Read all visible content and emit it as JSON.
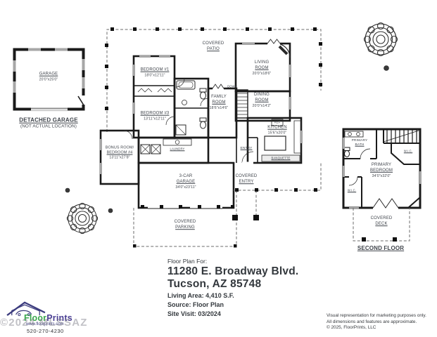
{
  "info": {
    "heading": "Floor Plan For:",
    "address1": "11280 E. Broadway Blvd.",
    "address2": "Tucson, AZ  85748",
    "living_area": "Living Area:  4,410 S.F.",
    "source": "Source:  Floor Plan",
    "site_visit": "Site Visit:  03/2024"
  },
  "detached_garage": {
    "l1": "GARAGE",
    "dims": "20'0\"x25'0\"",
    "caption": "DETACHED GARAGE",
    "note": "(NOT ACTUAL LOCATION)"
  },
  "first_floor": {
    "covered_patio": {
      "l1": "COVERED",
      "l2": "PATIO"
    },
    "bedroom1": {
      "l1": "BEDROOM #1",
      "dims": "18'0\"x12'11\""
    },
    "bedroom3": {
      "l1": "BEDROOM #3",
      "dims": "13'11\"x12'11\""
    },
    "family_room": {
      "l1": "FAMILY",
      "l2": "ROOM",
      "dims": "18'6\"x14'6\""
    },
    "living_room": {
      "l1": "LIVING",
      "l2": "ROOM",
      "dims": "20'0\"x18'6\""
    },
    "dining_room": {
      "l1": "DINING",
      "l2": "ROOM",
      "dims": "20'0\"x14'2\""
    },
    "kitchen": {
      "l1": "KITCHEN",
      "dims": "15'6\"x20'0\""
    },
    "entry": {
      "l1": "ENTRY"
    },
    "banquette": {
      "l1": "BANQUETTE"
    },
    "laundry": {
      "l1": "LAUNDRY"
    },
    "down": {
      "l1": "DOWN"
    },
    "ref": {
      "l1": "REF"
    },
    "bonus_room": {
      "l1": "BONUS ROOM/",
      "l2": "BEDROOM #4",
      "dims": "13'11\"x27'8\""
    },
    "three_car_garage": {
      "l1": "3-CAR",
      "l2": "GARAGE",
      "dims": "34'0\"x23'11\""
    },
    "covered_parking": {
      "l1": "COVERED",
      "l2": "PARKING"
    },
    "covered_entry": {
      "l1": "COVERED",
      "l2": "ENTRY"
    }
  },
  "second_floor": {
    "primary_bath": {
      "l1": "PRIMARY",
      "l2": "BATH"
    },
    "wic_top": {
      "l1": "W.I.C."
    },
    "wic_bottom": {
      "l1": "W.I.C."
    },
    "primary_bedroom": {
      "l1": "PRIMARY",
      "l2": "BEDROOM",
      "dims": "34'0\"x32'0\""
    },
    "covered_deck": {
      "l1": "COVERED",
      "l2": "DECK"
    },
    "caption": "SECOND FLOOR"
  },
  "branding": {
    "logo_floor": "Floor",
    "logo_prints": "Prints",
    "website": "www.floorprints.com",
    "phone": "520-270-4230",
    "watermark": "©2024 MLSSAZ"
  },
  "disclaimer": {
    "line1": "Visual representation for marketing purposes only.",
    "line2": "All dimensions and features are approximate.",
    "line3": "© 2025, FloorPrints, LLC"
  },
  "colors": {
    "wall": "#1a1a1a",
    "window": "#a6a6a6",
    "logo_green": "#3aa84c",
    "logo_purple": "#4a3f93"
  }
}
